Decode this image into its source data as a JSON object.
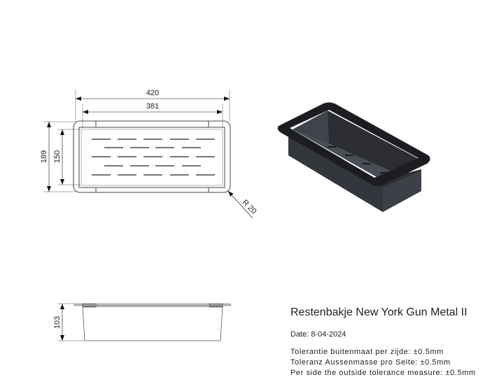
{
  "dimensions": {
    "outer_length": "420",
    "inner_length": "381",
    "outer_width": "189",
    "inner_width": "150",
    "height": "103",
    "radius": "R 20"
  },
  "title_block": {
    "title": "Restenbakje New York Gun Metal II",
    "date": "Date: 8-04-2024",
    "tolerances": [
      "Tolerantie buitenmaat per zijde: ±0.5mm",
      "Toleranz Aussenmasse pro Seite: ±0.5mm",
      "Per side the outside tolerance measure: ±0.5mm"
    ]
  },
  "colors": {
    "product": "#3a3d44",
    "rim": "#1c1d20",
    "line": "#555555"
  }
}
